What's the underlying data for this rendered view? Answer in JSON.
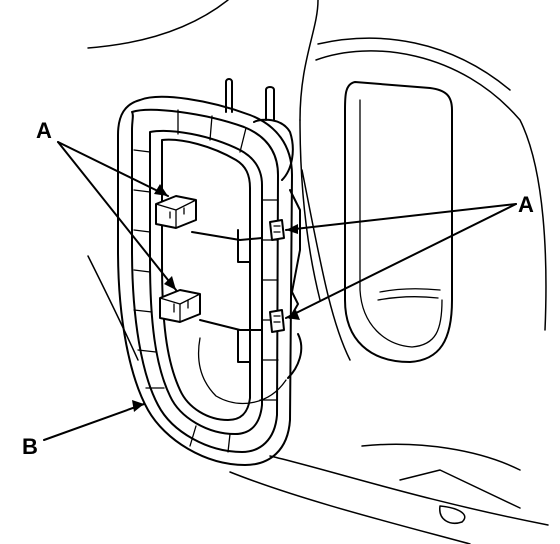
{
  "callouts": {
    "a_left": "A",
    "a_right": "A",
    "b": "B"
  }
}
